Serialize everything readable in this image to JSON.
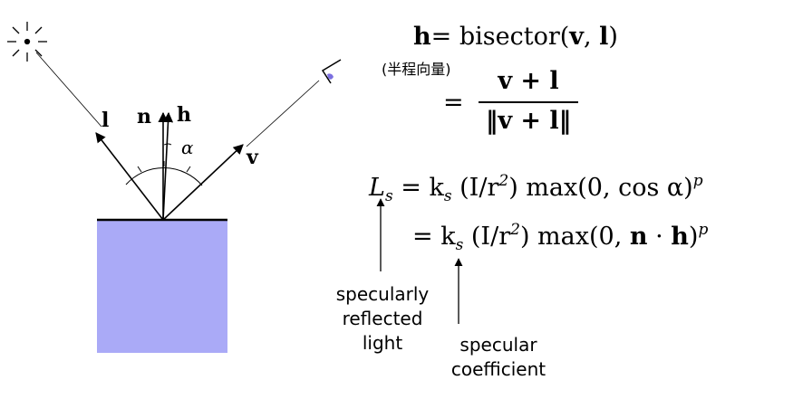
{
  "labels": {
    "l": "l",
    "n": "n",
    "h": "h",
    "v": "v",
    "alpha": "α"
  },
  "equations": {
    "h_symbol": "h",
    "bisector_text": "= bisector(",
    "bisector_v": "v",
    "bisector_comma": ", ",
    "bisector_l": "l",
    "bisector_close": ")",
    "half_vector_note": "(半程向量)",
    "eq2_equals": "=",
    "numerator": "v + l",
    "denominator": "‖v + l‖",
    "ls_L": "L",
    "ls_sub": "s",
    "ls_rhs1_pre": " = k",
    "ls_ks_sub": "s",
    "ls_rhs1_mid": " (I/r",
    "ls_square": "2",
    "ls_rhs1_post": ") max(0, cos α)",
    "ls_p": "p",
    "line2_pre": "= k",
    "line2_sub": "s",
    "line2_mid": " (I/r",
    "line2_square": "2",
    "line2_max": ") max(0, ",
    "line2_n": "n",
    "line2_dot": " · ",
    "line2_h": "h",
    "line2_close": ")",
    "line2_p": "p"
  },
  "captions": {
    "specularly_reflected_light": [
      "specularly",
      "reflected",
      "light"
    ],
    "specular_coefficient": [
      "specular",
      "coefficient"
    ]
  },
  "colors": {
    "surface": "#aaaaf7",
    "eye_iris": "#7b6fe0"
  }
}
